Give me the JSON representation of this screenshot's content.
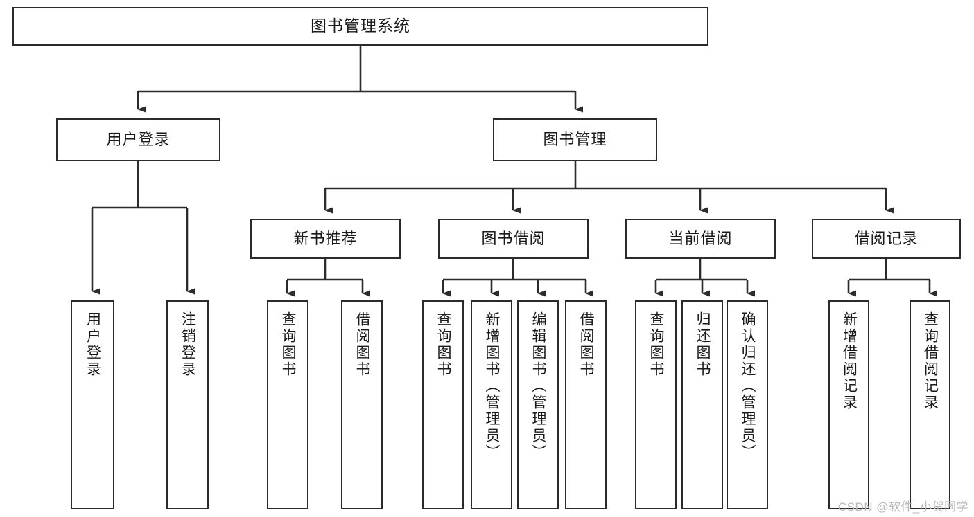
{
  "diagram": {
    "type": "tree-hierarchy",
    "title": "图书管理系统",
    "watermark": "CSDN @软件_小贺同学",
    "root": {
      "label": "图书管理系统"
    },
    "level2": [
      {
        "label": "用户登录"
      },
      {
        "label": "图书管理"
      }
    ],
    "level3": [
      {
        "label": "新书推荐"
      },
      {
        "label": "图书借阅"
      },
      {
        "label": "当前借阅"
      },
      {
        "label": "借阅记录"
      }
    ],
    "leaves": {
      "user_login": [
        {
          "label": "用户登录"
        },
        {
          "label": "注销登录"
        }
      ],
      "new_book_recommend": [
        {
          "label": "查询图书"
        },
        {
          "label": "借阅图书"
        }
      ],
      "book_borrow": [
        {
          "label": "查询图书"
        },
        {
          "label": "新增图书（管理员）"
        },
        {
          "label": "编辑图书（管理员）"
        },
        {
          "label": "借阅图书"
        }
      ],
      "current_borrow": [
        {
          "label": "查询图书"
        },
        {
          "label": "归还图书"
        },
        {
          "label": "确认归还（管理员）"
        }
      ],
      "borrow_record": [
        {
          "label": "新增借阅记录"
        },
        {
          "label": "查询借阅记录"
        }
      ]
    },
    "colors": {
      "stroke": "#2b2b2b",
      "fill": "#ffffff",
      "text": "#1a1a1a",
      "watermark": "#b9b9b9"
    }
  }
}
